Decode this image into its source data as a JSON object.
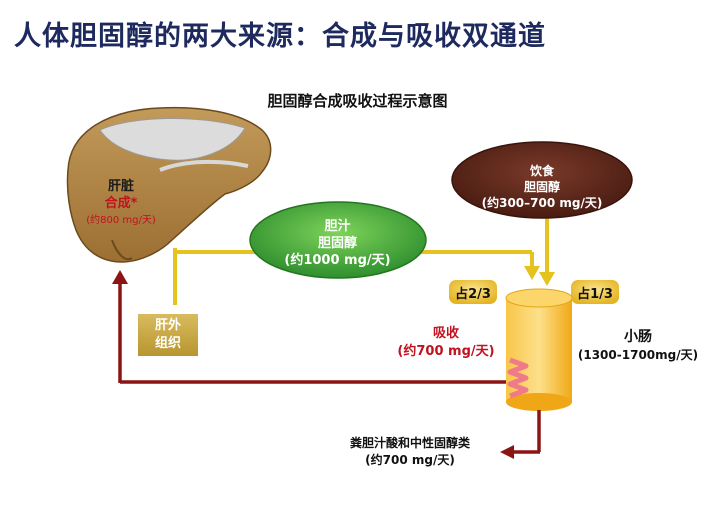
{
  "title": "人体胆固醇的两大来源：合成与吸收双通道",
  "subtitle": "胆固醇合成吸收过程示意图",
  "liver": {
    "name": "肝脏",
    "process": "合成*",
    "amount": "(约800 mg/天)"
  },
  "bile": {
    "line1": "胆汁",
    "line2": "胆固醇",
    "amount": "(约1000 mg/天)"
  },
  "diet": {
    "line1": "饮食",
    "line2": "胆固醇",
    "amount": "(约300–700 mg/天)"
  },
  "share_bile": "占2/3",
  "share_diet": "占1/3",
  "absorption": {
    "label": "吸收",
    "amount": "(约700 mg/天)"
  },
  "intestine": {
    "name": "小肠",
    "amount": "(1300-1700mg/天)"
  },
  "extrahepatic": {
    "line1": "肝外",
    "line2": "组织"
  },
  "excretion": {
    "label": "粪胆汁酸和中性固醇类",
    "amount": "(约700 mg/天)"
  },
  "colors": {
    "title": "#1e2a5e",
    "liver": "#a57a3c",
    "bile_oval": "#3aa83a",
    "diet_oval": "#5a2418",
    "intestine": "#f2b21c",
    "yellow_arrow": "#e6c21f",
    "red_arrow": "#8b1414",
    "extrahepatic_box": "#c9a94a"
  }
}
